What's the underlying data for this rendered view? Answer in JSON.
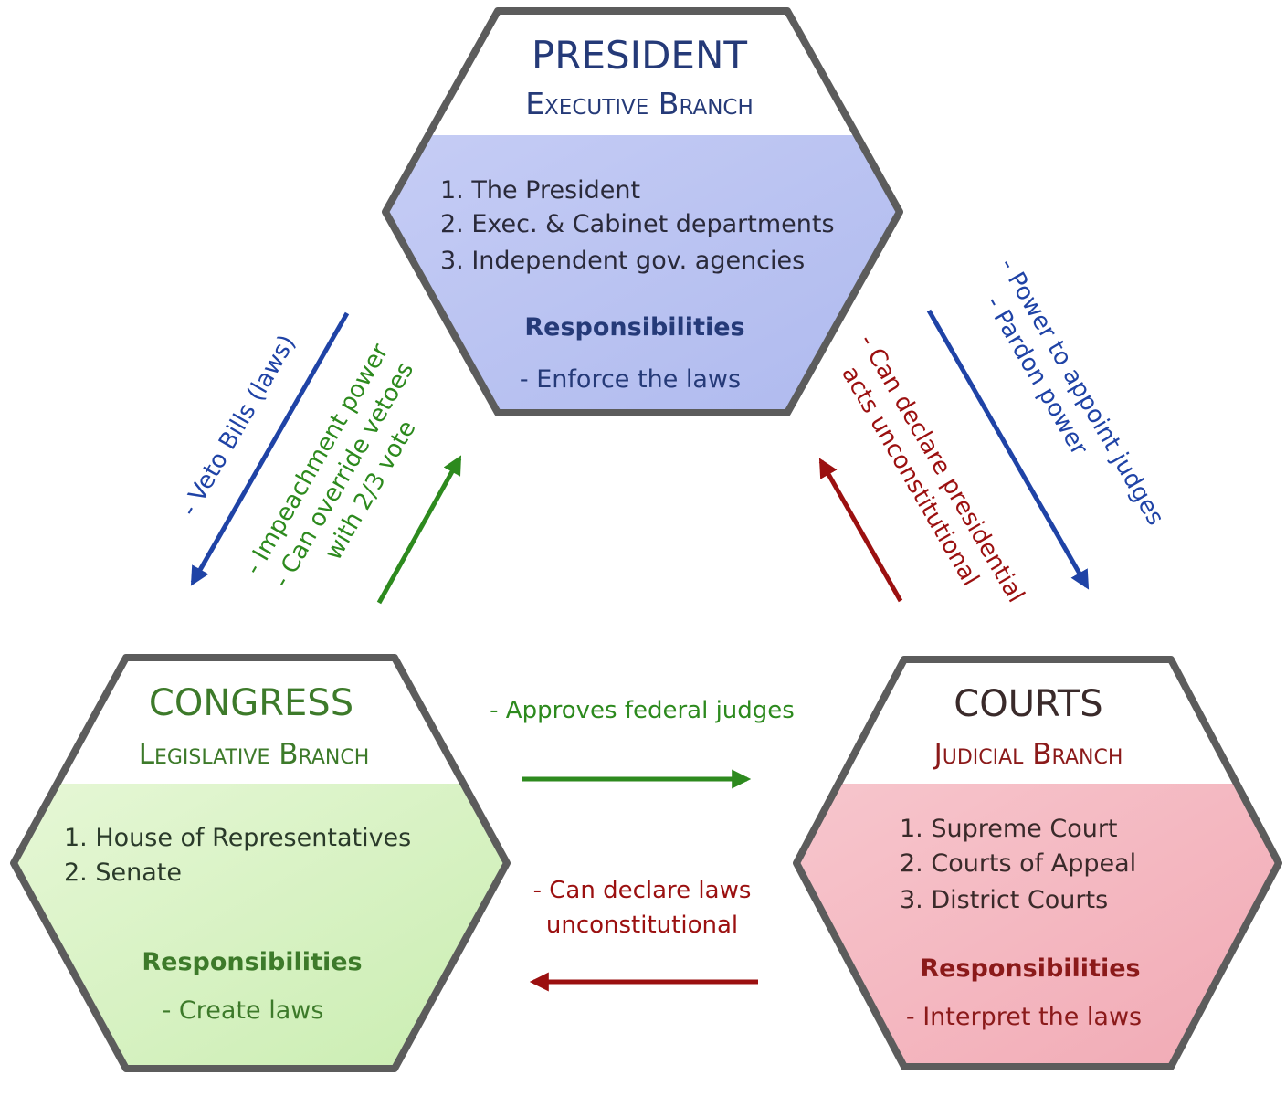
{
  "colors": {
    "executive": "#253a78",
    "executive_fill": "#aeb9ee",
    "legislative": "#3d7a2a",
    "legislative_fill": "#c9edb0",
    "judicial": "#8b1a1a",
    "judicial_fill": "#f1a9b4",
    "judicial_title": "#3a2a2a",
    "border": "#5c5c5c",
    "blue_arrow": "#1f43a6",
    "green_arrow": "#2d8a1e",
    "red_arrow": "#9b1010"
  },
  "president": {
    "title": "PRESIDENT",
    "subtitle": "Executive Branch",
    "items": [
      "1. The President",
      "2. Exec. & Cabinet departments",
      "3. Independent gov. agencies"
    ],
    "resp_heading": "Responsibilities",
    "resp": "- Enforce the laws"
  },
  "congress": {
    "title": "CONGRESS",
    "subtitle": "Legislative Branch",
    "items": [
      "1. House of Representatives",
      "2. Senate"
    ],
    "resp_heading": "Responsibilities",
    "resp": "- Create laws"
  },
  "courts": {
    "title": "COURTS",
    "subtitle": "Judicial Branch",
    "items": [
      "1. Supreme Court",
      "2. Courts of Appeal",
      "3. District Courts"
    ],
    "resp_heading": "Responsibilities",
    "resp": "- Interpret the laws"
  },
  "checks": {
    "veto": "- Veto Bills (laws)",
    "congress_to_pres": [
      "- Impeachment power",
      "- Can override vetoes",
      "with 2/3 vote"
    ],
    "pres_to_courts": [
      "- Power to appoint judges",
      "- Pardon power"
    ],
    "courts_to_pres": [
      "- Can declare presidential",
      "acts unconstitutional"
    ],
    "congress_to_courts": "- Approves federal judges",
    "courts_to_congress": [
      "- Can declare laws",
      "unconstitutional"
    ]
  }
}
